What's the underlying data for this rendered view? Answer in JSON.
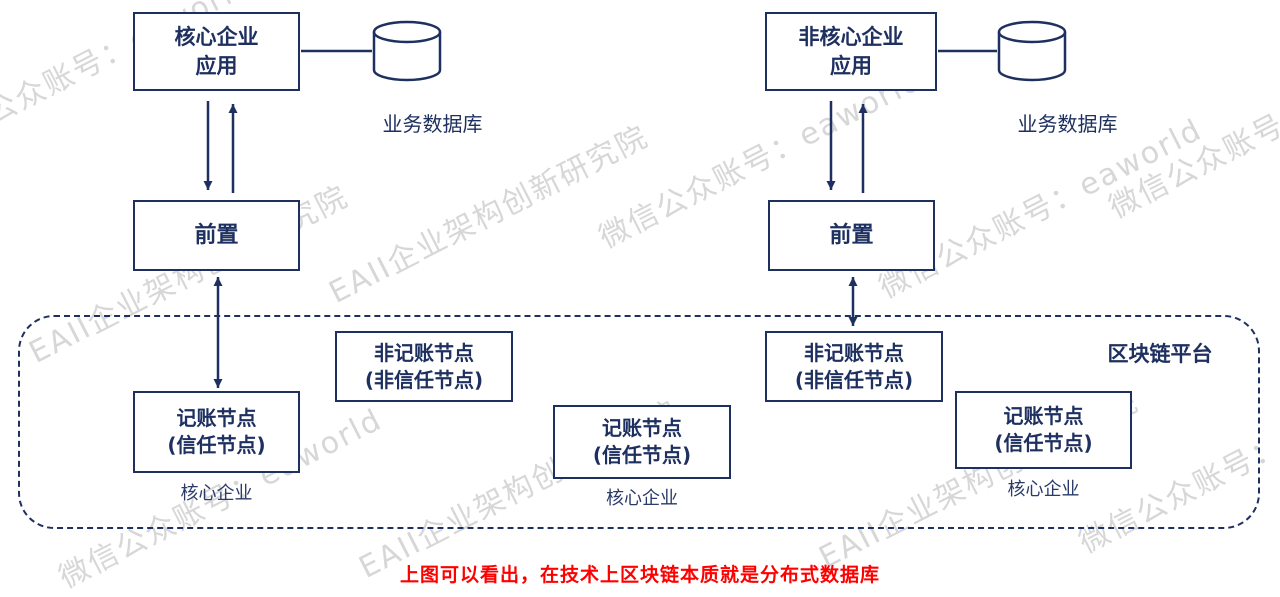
{
  "colors": {
    "navy": "#1e3060",
    "caption_red": "#ff0000",
    "watermark_gray": "#d7d7d7"
  },
  "left_flow": {
    "app_label": "核心企业\n应用",
    "db_label": "业务数据库",
    "front_label": "前置"
  },
  "right_flow": {
    "app_label": "非核心企业\n应用",
    "db_label": "业务数据库",
    "front_label": "前置"
  },
  "platform": {
    "label": "区块链平台",
    "nodes": [
      {
        "label": "记账节点\n(信任节点)",
        "owner": "核心企业"
      },
      {
        "label": "非记账节点\n(非信任节点)",
        "owner": ""
      },
      {
        "label": "记账节点\n(信任节点)",
        "owner": "核心企业"
      },
      {
        "label": "非记账节点\n(非信任节点)",
        "owner": ""
      },
      {
        "label": "记账节点\n(信任节点)",
        "owner": "核心企业"
      }
    ]
  },
  "caption": "上图可以看出，在技术上区块链本质就是分布式数据库",
  "watermarks": [
    {
      "text": "微信公众账号：eaworld"
    },
    {
      "text": "EAII企业架构创新研究院"
    },
    {
      "text": "EAII企业架构创新研究院"
    },
    {
      "text": "微信公众账号：eaworld"
    },
    {
      "text": "微信公众账号：eaworld"
    },
    {
      "text": "微信公众账号：eaworld"
    },
    {
      "text": "微信公众账号：eaworld"
    },
    {
      "text": "EAII企业架构创新研究院"
    },
    {
      "text": "EAII企业架构创新研究院"
    },
    {
      "text": "微信公众账号：eaworld"
    }
  ]
}
